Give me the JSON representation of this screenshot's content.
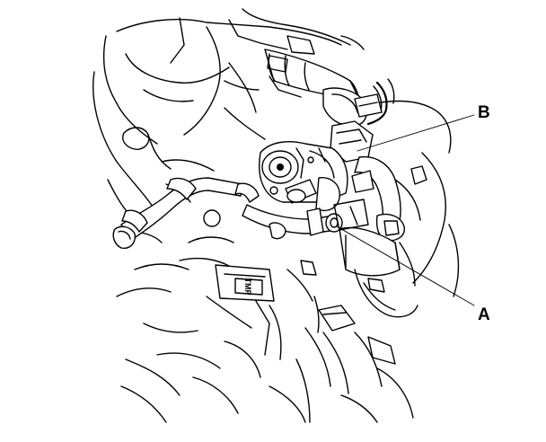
{
  "callouts": [
    {
      "id": "A",
      "label": "A"
    },
    {
      "id": "B",
      "label": "B"
    }
  ],
  "part_tag": {
    "text": "TMP"
  }
}
